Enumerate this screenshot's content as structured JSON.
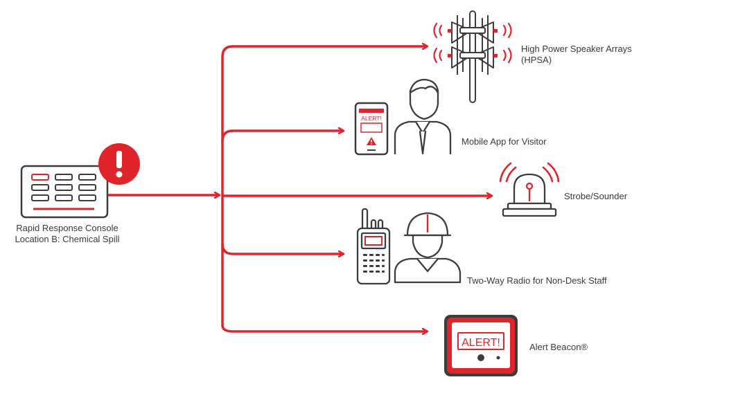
{
  "colors": {
    "accent": "#e0242b",
    "outline": "#3c3c3c",
    "text": "#3a3a3a",
    "background": "#ffffff"
  },
  "source": {
    "label_line1": "Rapid Response Console",
    "label_line2": "Location B: Chemical Spill",
    "icon": "console-keypad-icon",
    "badge_icon": "exclamation-alert-icon"
  },
  "targets": [
    {
      "label": "High Power Speaker Arrays",
      "label_line2": "(HPSA)",
      "icon": "speaker-array-icon"
    },
    {
      "label": "Mobile App for Visitor",
      "icon": "mobile-phone-person-icon",
      "screen_text": "ALERT!"
    },
    {
      "label": "Strobe/Sounder",
      "icon": "strobe-beacon-icon"
    },
    {
      "label": "Two-Way Radio for Non-Desk Staff",
      "icon": "radio-worker-icon"
    },
    {
      "label": "Alert Beacon®",
      "icon": "alert-beacon-device-icon",
      "screen_text": "ALERT!"
    }
  ]
}
